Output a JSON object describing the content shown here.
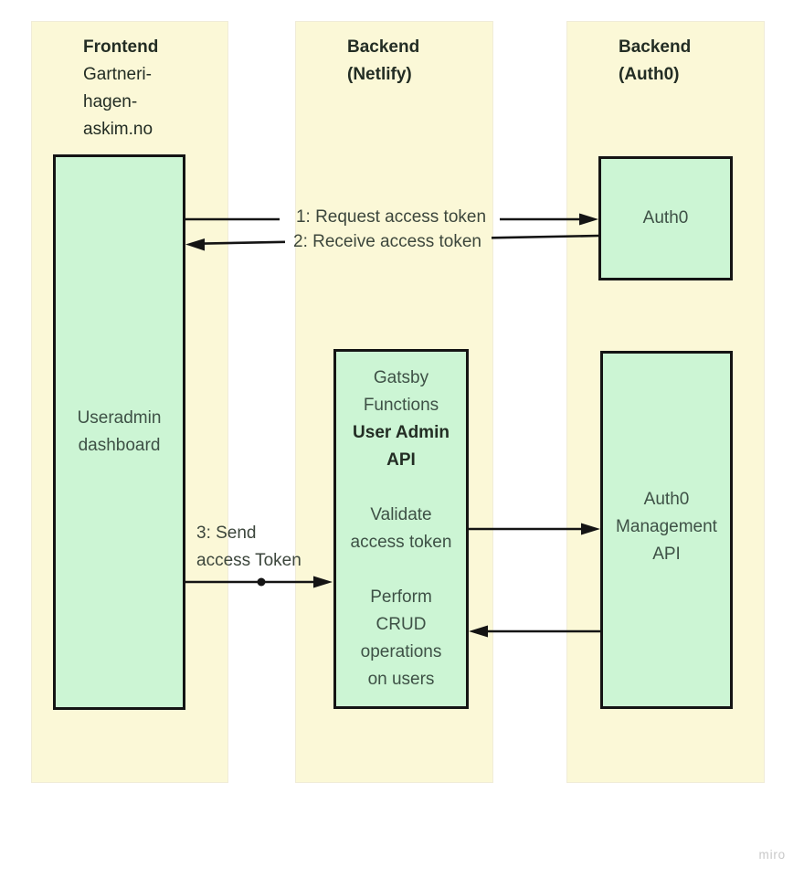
{
  "lanes": [
    {
      "title_lines": [
        "Frontend"
      ],
      "subtitle_lines": [
        "Gartneri-",
        "hagen-",
        "askim.no"
      ]
    },
    {
      "title_lines": [
        "Backend",
        "(Netlify)"
      ],
      "subtitle_lines": []
    },
    {
      "title_lines": [
        "Backend",
        "(Auth0)"
      ],
      "subtitle_lines": []
    }
  ],
  "boxes": {
    "useradmin": {
      "lines": [
        "Useradmin",
        "dashboard"
      ]
    },
    "netlify_api": {
      "lines": [
        "Gatsby",
        "Functions",
        "User Admin",
        "API",
        "Validate",
        "access token",
        "Perform",
        "CRUD",
        "operations",
        "on users"
      ]
    },
    "auth0": {
      "lines": [
        "Auth0"
      ]
    },
    "auth0_mgmt": {
      "lines": [
        "Auth0",
        "Management",
        "API"
      ]
    }
  },
  "arrows": {
    "a1": {
      "label": "1: Request access token",
      "direction": "frontend-to-auth0"
    },
    "a2": {
      "label": "2: Receive access token",
      "direction": "auth0-to-frontend"
    },
    "a3": {
      "label_lines": [
        "3: Send",
        "access Token"
      ],
      "direction": "frontend-to-netlify"
    },
    "a4": {
      "label": "",
      "direction": "netlify-to-mgmt"
    },
    "a5": {
      "label": "",
      "direction": "mgmt-to-netlify"
    }
  },
  "watermark": {
    "text": "miro"
  },
  "colors": {
    "lane_fill": "#fbf8d7",
    "box_fill": "#ccf5d4",
    "line": "#141414",
    "header_text": "#232d24",
    "box_text": "#3e5146",
    "label_text": "#3c463c",
    "watermark_text": "#c8c8c8",
    "background": "#ffffff"
  }
}
